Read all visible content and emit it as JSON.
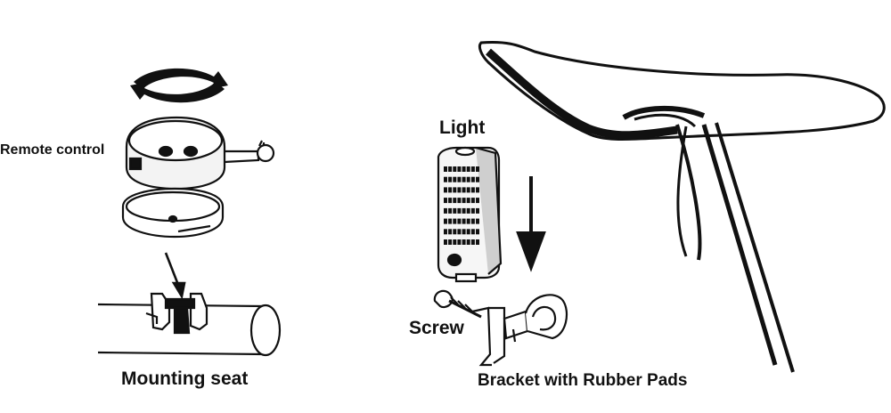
{
  "labels": {
    "remote_control": "Remote control",
    "light": "Light",
    "screw": "Screw",
    "mounting_seat": "Mounting seat",
    "bracket": "Bracket with Rubber Pads"
  },
  "colors": {
    "ink": "#111111",
    "background": "#ffffff"
  }
}
